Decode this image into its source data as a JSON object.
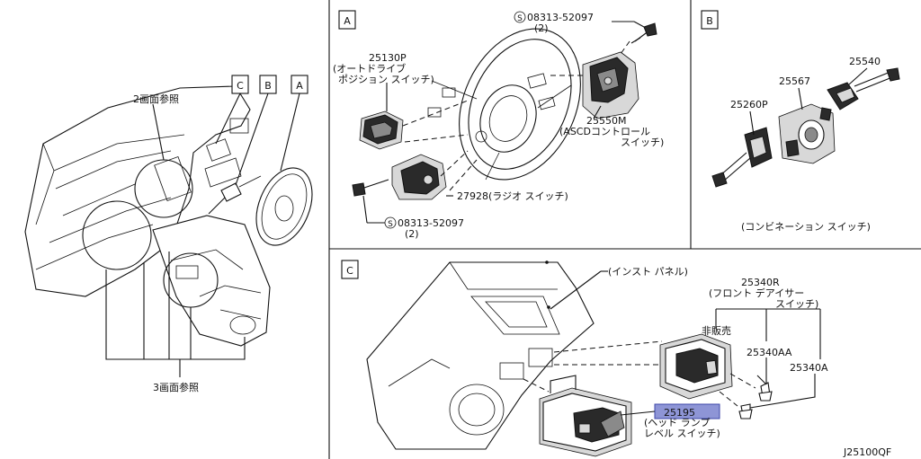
{
  "panels": {
    "overview": {
      "ref_top": "2画面参照",
      "ref_bottom": "3画面参照",
      "tags": [
        "C",
        "B",
        "A"
      ]
    },
    "A": {
      "tag": "A",
      "bolt_top_part": "08313-52097",
      "bolt_top_qty": "(2)",
      "p25130_part": "25130P",
      "p25130_desc1": "(オートドライブ",
      "p25130_desc2": "ポジション スイッチ)",
      "p25550_part": "25550M",
      "p25550_desc1": "(ASCDコントロール",
      "p25550_desc2": "スイッチ)",
      "p27928_label": "27928(ラジオ スイッチ)",
      "bolt_bottom_part": "08313-52097",
      "bolt_bottom_qty": "(2)",
      "s_mark": "S"
    },
    "B": {
      "tag": "B",
      "p25540": "25540",
      "p25567": "25567",
      "p25260": "25260P",
      "caption": "(コンビネーション スイッチ)"
    },
    "C": {
      "tag": "C",
      "panel_label": "(インスト パネル)",
      "p25340r_part": "25340R",
      "p25340r_desc1": "(フロント デアイサー",
      "p25340r_desc2": "スイッチ)",
      "not_for_sale": "非販売",
      "p25340aa": "25340AA",
      "p25340a": "25340A",
      "p25195_part": "25195",
      "p25195_desc1": "(ヘッド ランプ",
      "p25195_desc2": "レベル スイッチ)"
    }
  },
  "diagram_code": "J25100QF",
  "colors": {
    "highlight": "#8e95d6",
    "line": "#111111"
  }
}
